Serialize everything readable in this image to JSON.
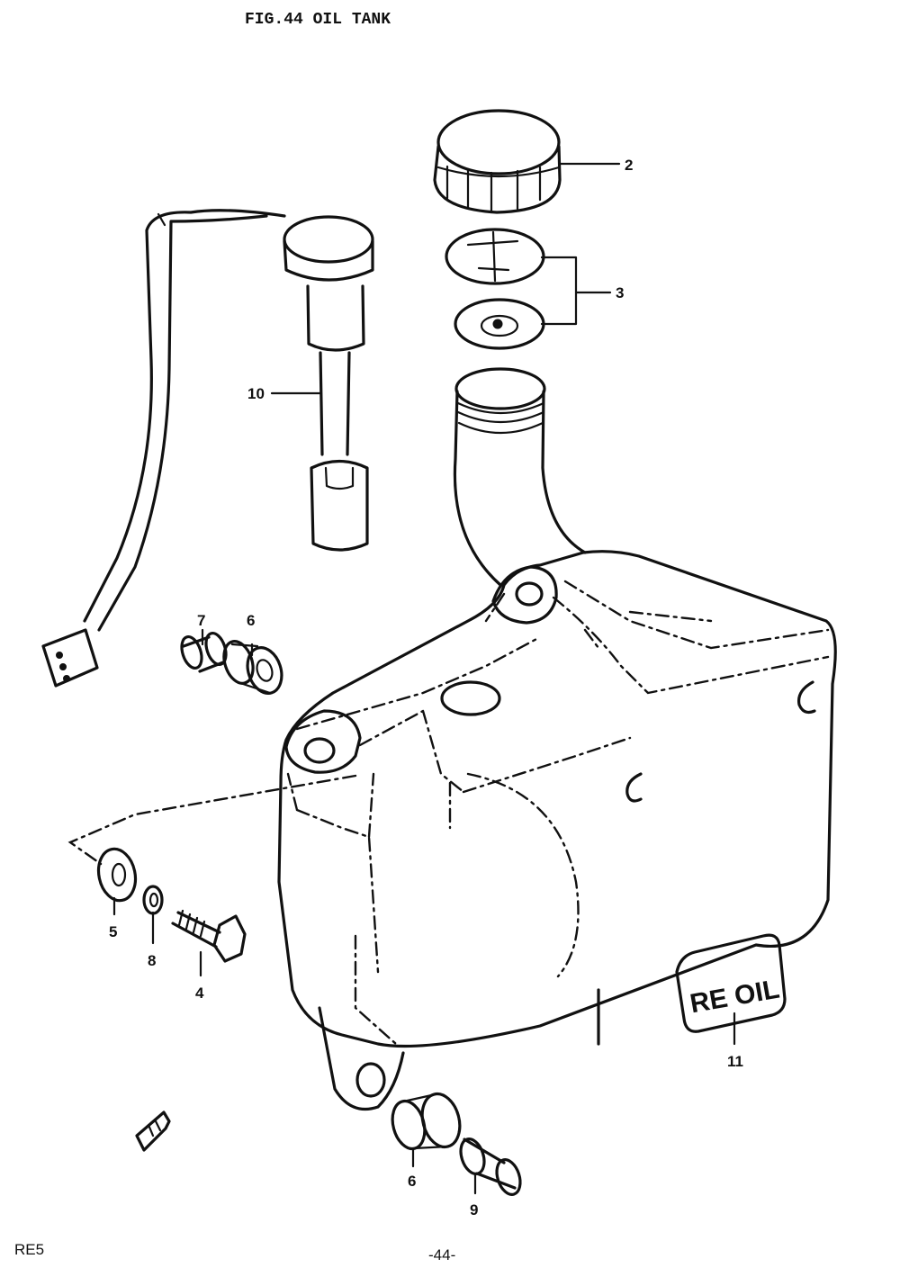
{
  "header": {
    "figure_title": "FIG.44  OIL TANK"
  },
  "footer": {
    "model": "RE5",
    "page_number": "-44-"
  },
  "callouts": [
    {
      "id": "2",
      "label": "2"
    },
    {
      "id": "3",
      "label": "3"
    },
    {
      "id": "10",
      "label": "10"
    },
    {
      "id": "7",
      "label": "7"
    },
    {
      "id": "6a",
      "label": "6"
    },
    {
      "id": "5",
      "label": "5"
    },
    {
      "id": "8",
      "label": "8"
    },
    {
      "id": "4",
      "label": "4"
    },
    {
      "id": "11",
      "label": "11"
    },
    {
      "id": "6b",
      "label": "6"
    },
    {
      "id": "9",
      "label": "9"
    }
  ],
  "decal": {
    "text": "RE OIL"
  },
  "icons": {
    "front_arrow": "front-arrow-icon"
  }
}
